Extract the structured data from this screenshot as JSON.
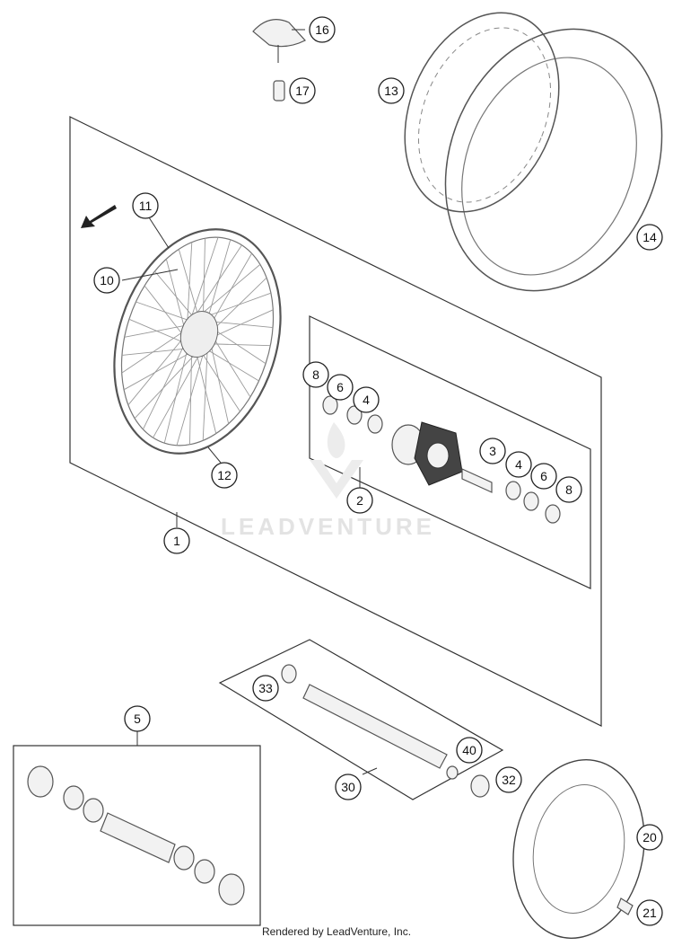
{
  "watermark": {
    "text": "LEADVENTURE"
  },
  "footer": {
    "credit": "Rendered by LeadVenture, Inc."
  },
  "callouts": [
    {
      "id": "c16",
      "label": "16"
    },
    {
      "id": "c17",
      "label": "17"
    },
    {
      "id": "c13",
      "label": "13"
    },
    {
      "id": "c14",
      "label": "14"
    },
    {
      "id": "c11",
      "label": "11"
    },
    {
      "id": "c10",
      "label": "10"
    },
    {
      "id": "c12",
      "label": "12"
    },
    {
      "id": "c8a",
      "label": "8"
    },
    {
      "id": "c6a",
      "label": "6"
    },
    {
      "id": "c4a",
      "label": "4"
    },
    {
      "id": "c3",
      "label": "3"
    },
    {
      "id": "c4b",
      "label": "4"
    },
    {
      "id": "c6b",
      "label": "6"
    },
    {
      "id": "c8b",
      "label": "8"
    },
    {
      "id": "c2",
      "label": "2"
    },
    {
      "id": "c1",
      "label": "1"
    },
    {
      "id": "c33",
      "label": "33"
    },
    {
      "id": "c40",
      "label": "40"
    },
    {
      "id": "c32",
      "label": "32"
    },
    {
      "id": "c30",
      "label": "30"
    },
    {
      "id": "c5",
      "label": "5"
    },
    {
      "id": "c20",
      "label": "20"
    },
    {
      "id": "c21",
      "label": "21"
    }
  ]
}
